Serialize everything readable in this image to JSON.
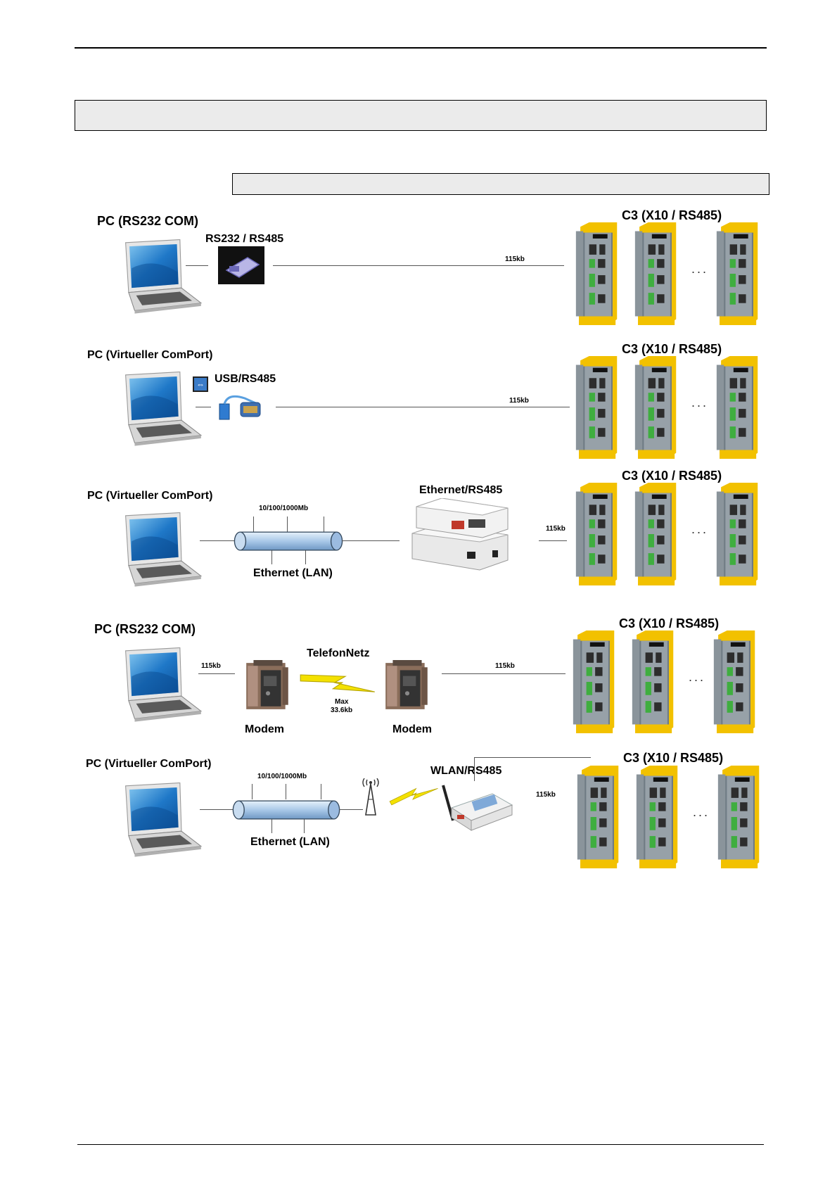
{
  "page": {
    "header_box": "",
    "sub_box": ""
  },
  "diagram": {
    "rows": [
      {
        "pc_label": "PC (RS232 COM)",
        "adapter_label": "RS232 / RS485",
        "link_speed": "115kb",
        "drives_label": "C3 (X10 / RS485)",
        "ellipsis": "..."
      },
      {
        "pc_label": "PC (Virtueller ComPort)",
        "adapter_label": "USB/RS485",
        "link_speed": "115kb",
        "drives_label": "C3 (X10 / RS485)",
        "ellipsis": "..."
      },
      {
        "pc_label": "PC (Virtueller ComPort)",
        "lan_speed": "10/100/1000Mb",
        "lan_label": "Ethernet (LAN)",
        "adapter_label": "Ethernet/RS485",
        "link_speed": "115kb",
        "drives_label": "C3 (X10 / RS485)",
        "ellipsis": "..."
      },
      {
        "pc_label": "PC (RS232 COM)",
        "pc_speed": "115kb",
        "network_label": "TelefonNetz",
        "max_label": "Max",
        "max_speed": "33.6kb",
        "modem1_label": "Modem",
        "modem2_label": "Modem",
        "link_speed": "115kb",
        "drives_label": "C3 (X10 / RS485)",
        "ellipsis": "..."
      },
      {
        "pc_label": "PC (Virtueller ComPort)",
        "lan_speed": "10/100/1000Mb",
        "lan_label": "Ethernet (LAN)",
        "adapter_label": "WLAN/RS485",
        "link_speed": "115kb",
        "drives_label": "C3 (X10 / RS485)",
        "ellipsis": "..."
      }
    ]
  },
  "colors": {
    "drive_yellow": "#f2c100",
    "drive_grey": "#7d8891",
    "terminal_green": "#3fae3f",
    "lan_pipe": "#aecbea",
    "lightning": "#f4e100"
  }
}
